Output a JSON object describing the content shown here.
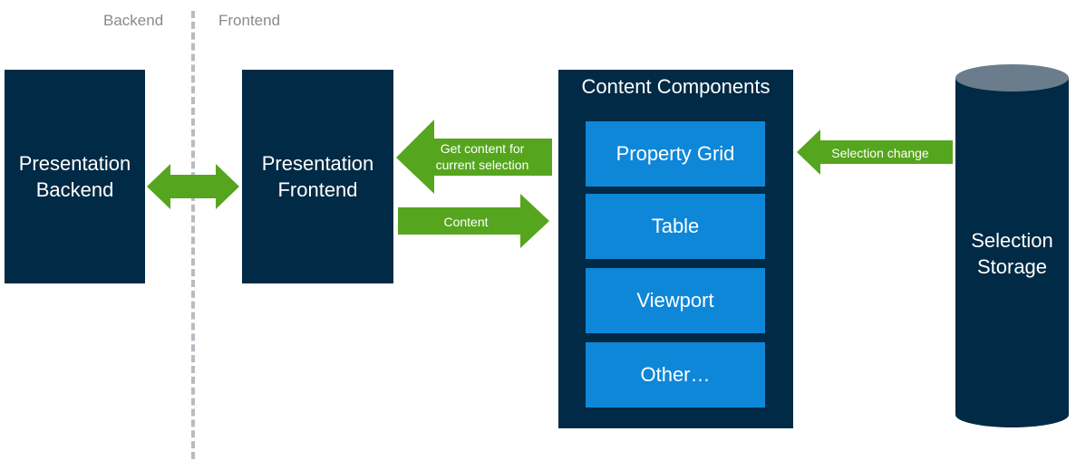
{
  "zones": {
    "backend": "Backend",
    "frontend": "Frontend"
  },
  "boxes": {
    "presentation_backend": "Presentation\nBackend",
    "presentation_frontend": "Presentation\nFrontend"
  },
  "content_components": {
    "title": "Content Components",
    "items": [
      "Property Grid",
      "Table",
      "Viewport",
      "Other…"
    ]
  },
  "selection_storage": "Selection\nStorage",
  "arrows": {
    "get_content": "Get content for\ncurrent selection",
    "content": "Content",
    "selection_change": "Selection change"
  },
  "colors": {
    "dark_box": "#002a45",
    "component": "#0f87d8",
    "arrow": "#56a51e",
    "divider": "#b8bcc1",
    "cylinder_top": "#6b7d8c"
  }
}
